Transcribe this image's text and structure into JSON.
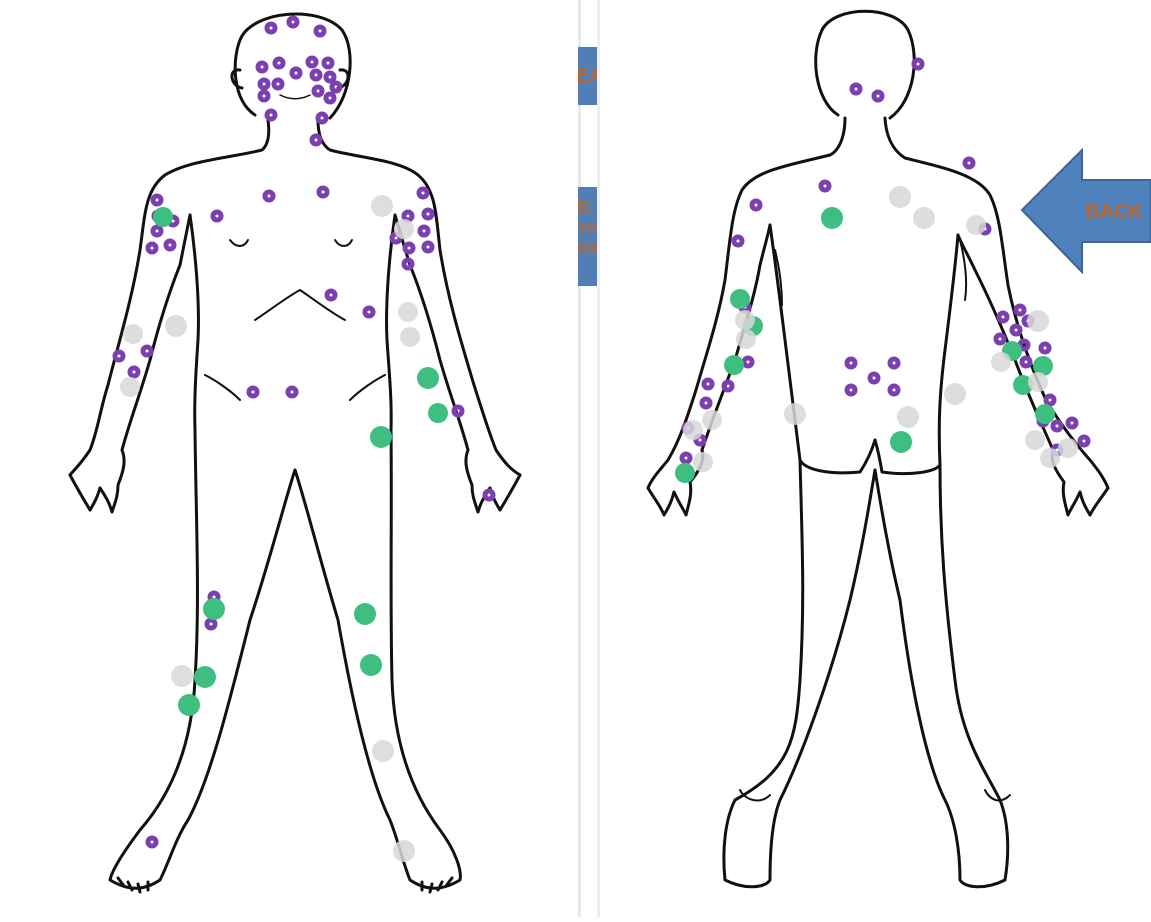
{
  "front_view": {
    "name": "front-body-view"
  },
  "back_view": {
    "name": "back-body-view"
  },
  "side_labels": {
    "top": "EA",
    "mid_1": "S:",
    "mid_2": "TH",
    "mid_3": "IDE"
  },
  "back_arrow": {
    "label": "BACK",
    "fill": "#4f81bd",
    "text_color": "#c0662b"
  },
  "marker_colors": {
    "purple_ring": "#7b3fb0",
    "green_dot": "#3fbf7f",
    "grey_dot": "#d8d8d8"
  },
  "legend_note": ""
}
